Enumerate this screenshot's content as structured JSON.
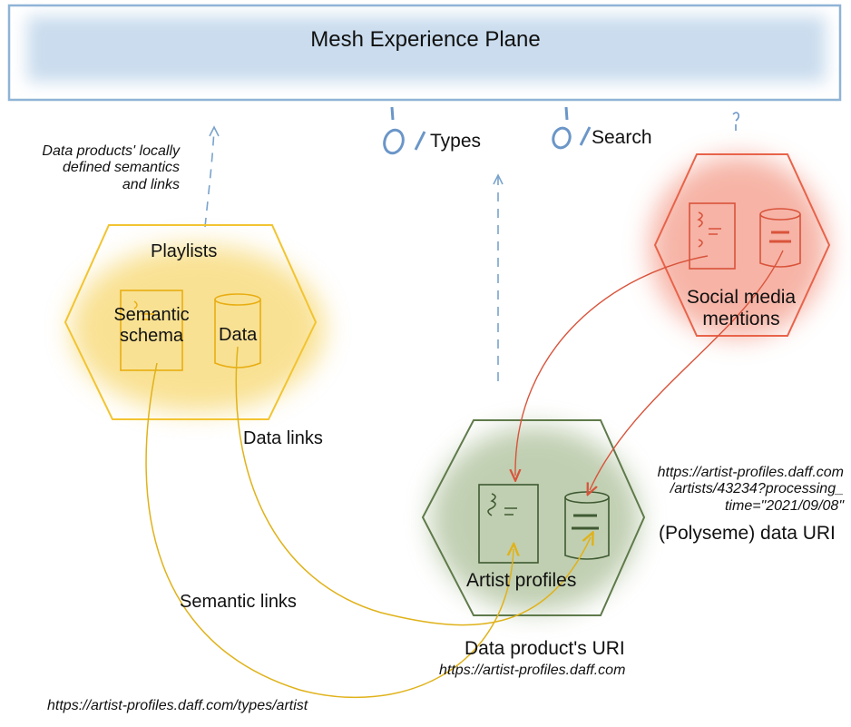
{
  "plane": {
    "title": "Mesh Experience Plane"
  },
  "note": {
    "lines": [
      "Data products' locally",
      "defined semantics",
      "and links"
    ]
  },
  "apis": {
    "types": "Types",
    "search": "Search"
  },
  "playlists": {
    "title": "Playlists",
    "schema_lines": [
      "Semantic",
      "schema"
    ],
    "data": "Data"
  },
  "social": {
    "lines": [
      "Social media",
      "mentions"
    ]
  },
  "artist": {
    "title": "Artist profiles"
  },
  "links": {
    "data_links": "Data links",
    "semantic_links": "Semantic links"
  },
  "uris": {
    "polyseme_url_lines": [
      "https://artist-profiles.daff.com",
      "/artists/43234?processing_",
      "time=\"2021/09/08\""
    ],
    "polyseme_label": "(Polyseme) data URI",
    "product_label": "Data product's URI",
    "product_url": "https://artist-profiles.daff.com",
    "type_url": "https://artist-profiles.daff.com/types/artist"
  },
  "colors": {
    "plane": "#8fb3d6",
    "playlists": "#f2c431",
    "social": "#e8634a",
    "artist": "#7f9a62",
    "api_icon": "#6b96c8"
  }
}
